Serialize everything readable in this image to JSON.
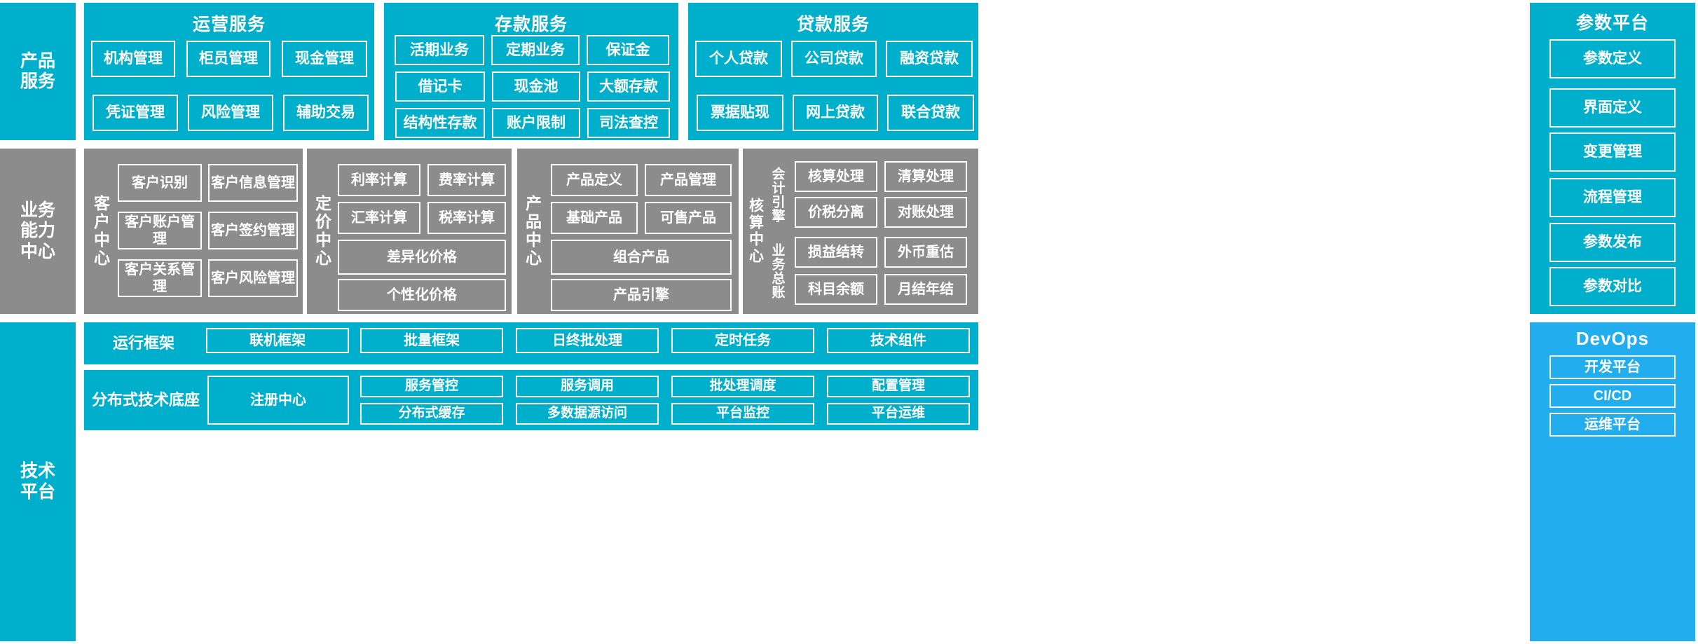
{
  "colors": {
    "teal": "#00AFCB",
    "gray": "#8C8C8C",
    "devops_blue": "#22AEEE",
    "border": "#FFFFFF",
    "background": "#FFFFFF"
  },
  "layers": {
    "product_service": {
      "label": "产品\n服务",
      "label_line1": "产品",
      "label_line2": "服务",
      "groups": [
        {
          "title": "运营服务",
          "items": [
            "机构管理",
            "柜员管理",
            "现金管理",
            "凭证管理",
            "风险管理",
            "辅助交易"
          ]
        },
        {
          "title": "存款服务",
          "items": [
            "活期业务",
            "定期业务",
            "保证金",
            "借记卡",
            "现金池",
            "大额存款",
            "结构性存款",
            "账户限制",
            "司法查控"
          ]
        },
        {
          "title": "贷款服务",
          "items": [
            "个人贷款",
            "公司贷款",
            "融资贷款",
            "票据贴现",
            "网上贷款",
            "联合贷款"
          ]
        }
      ]
    },
    "business_capability": {
      "label_line1": "业务",
      "label_line2": "能力",
      "label_line3": "中心",
      "centers": [
        {
          "vlabel": "客户中心",
          "items": [
            "客户识别",
            "客户信息管理",
            "客户账户管理",
            "客户签约管理",
            "客户关系管理",
            "客户风险管理"
          ]
        },
        {
          "vlabel": "定价中心",
          "items": [
            "利率计算",
            "费率计算",
            "汇率计算",
            "税率计算",
            "差异化价格",
            "个性化价格"
          ]
        },
        {
          "vlabel": "产品中心",
          "items": [
            "产品定义",
            "产品管理",
            "基础产品",
            "可售产品",
            "组合产品",
            "产品引擎"
          ]
        },
        {
          "vlabel": "核算中心",
          "sub_labels": [
            "会计引擎",
            "业务总账"
          ],
          "items": [
            "核算处理",
            "清算处理",
            "价税分离",
            "对账处理",
            "损益结转",
            "外币重估",
            "科目余额",
            "月结年结"
          ]
        }
      ]
    },
    "technical_platform": {
      "label_line1": "技术",
      "label_line2": "平台",
      "rows": [
        {
          "title": "运行框架",
          "items": [
            "联机框架",
            "批量框架",
            "日终批处理",
            "定时任务",
            "技术组件"
          ]
        },
        {
          "title": "分布式技术底座",
          "wide_item": "注册中心",
          "columns": [
            [
              "服务管控",
              "分布式缓存"
            ],
            [
              "服务调用",
              "多数据源访问"
            ],
            [
              "批处理调度",
              "平台监控"
            ],
            [
              "配置管理",
              "平台运维"
            ]
          ]
        }
      ]
    },
    "parameter_platform": {
      "title": "参数平台",
      "items": [
        "参数定义",
        "界面定义",
        "变更管理",
        "流程管理",
        "参数发布",
        "参数对比"
      ]
    },
    "devops": {
      "title": "DevOps",
      "items": [
        "开发平台",
        "CI/CD",
        "运维平台"
      ]
    }
  }
}
